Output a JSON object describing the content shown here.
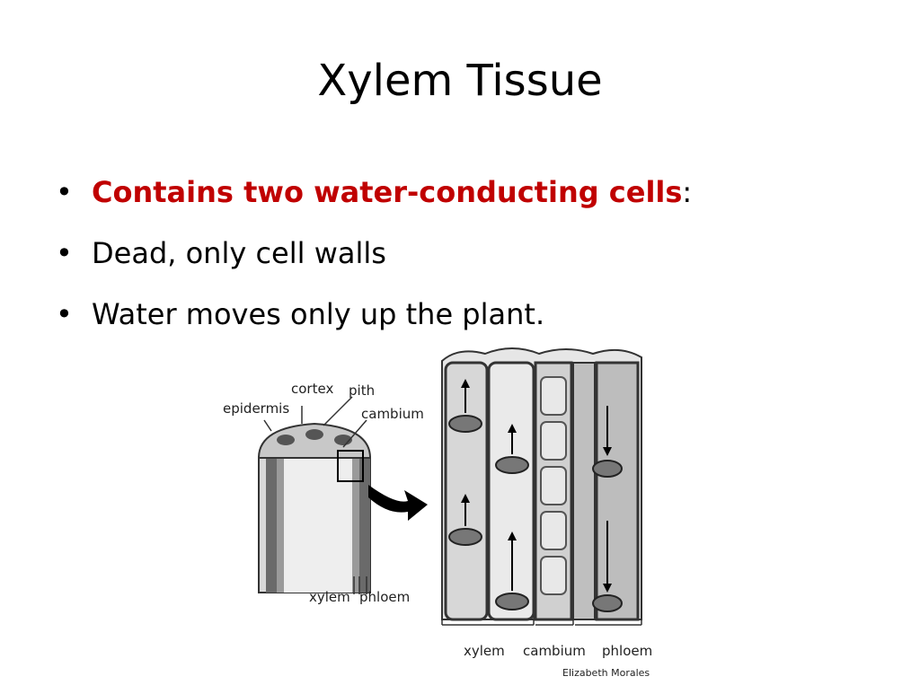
{
  "slide": {
    "title": "Xylem Tissue",
    "bullets": [
      {
        "strong": "Contains two water-conducting cells",
        "tail": ":"
      },
      {
        "text": "Dead, only cell walls"
      },
      {
        "text": "Water moves only up the plant."
      }
    ]
  },
  "figure": {
    "labels": {
      "cortex": "cortex",
      "pith": "pith",
      "epidermis": "epidermis",
      "cambium": "cambium",
      "xylem": "xylem",
      "phloem": "phloem"
    },
    "bottom_labels": {
      "xylem": "xylem",
      "cambium": "cambium",
      "phloem": "phloem"
    },
    "credit": "Elizabeth Morales",
    "colors": {
      "red": "#c00000",
      "gray_light": "#e6e6e6",
      "gray_mid": "#9a9a9a",
      "gray_dark": "#4a4a4a"
    }
  }
}
